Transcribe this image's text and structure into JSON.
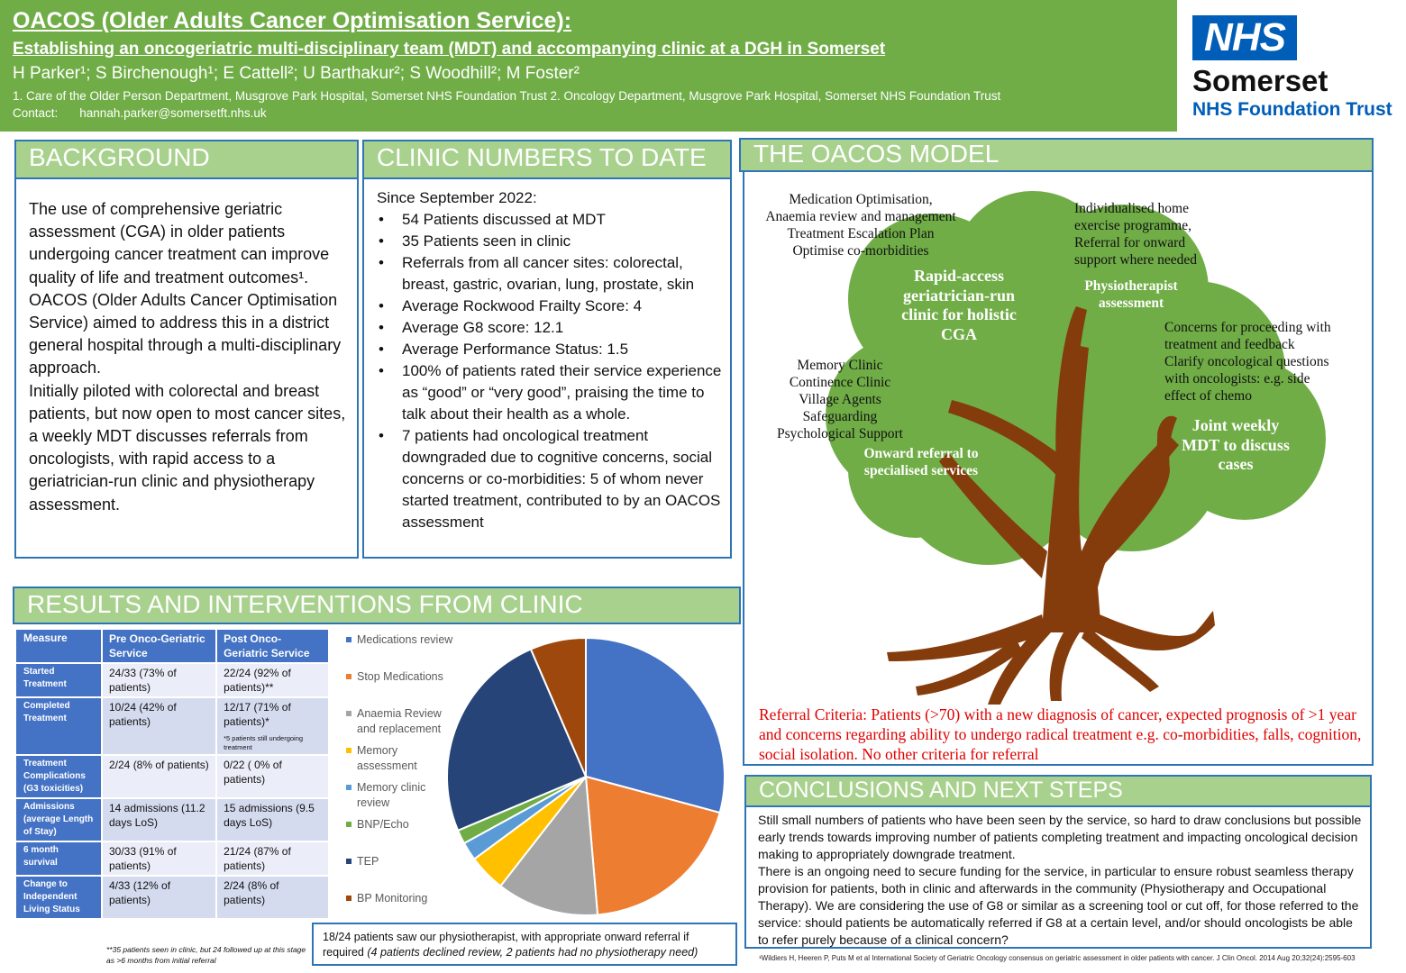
{
  "header": {
    "title": "OACOS (Older Adults Cancer Optimisation Service):",
    "subtitle": "Establishing an oncogeriatric multi-disciplinary team (MDT) and accompanying clinic at a DGH in Somerset",
    "authors": "H Parker¹; S Birchenough¹; E Cattell²; U Barthakur²; S Woodhill²; M Foster²",
    "affiliations": "1. Care of the Older Person Department, Musgrove Park Hospital, Somerset NHS Foundation Trust  2. Oncology Department, Musgrove Park Hospital, Somerset NHS Foundation Trust",
    "contact_label": "Contact:",
    "contact_email": "hannah.parker@somersetft.nhs.uk"
  },
  "logo": {
    "nhs": "NHS",
    "org": "Somerset",
    "trust": "NHS Foundation Trust"
  },
  "background": {
    "heading": "BACKGROUND",
    "paragraphs": [
      "The use of comprehensive geriatric assessment (CGA) in older patients undergoing cancer treatment can improve quality of life and treatment outcomes¹.",
      "OACOS (Older Adults Cancer Optimisation Service) aimed to address this in a district general hospital through a multi-disciplinary approach.",
      "Initially piloted with colorectal and breast patients, but now open to most cancer sites, a weekly MDT discusses referrals from oncologists, with rapid access to a geriatrician-run clinic and physiotherapy assessment."
    ]
  },
  "clinic_numbers": {
    "heading": "CLINIC NUMBERS TO DATE",
    "intro": "Since September 2022:",
    "items": [
      "54 Patients discussed at MDT",
      "35 Patients seen in clinic",
      "Referrals from all cancer sites: colorectal, breast, gastric, ovarian, lung, prostate, skin",
      "Average Rockwood Frailty Score: 4",
      "Average G8 score: 12.1",
      "Average Performance Status: 1.5",
      "100% of patients rated their service experience as “good” or “very good”, praising the time to talk about their health as a whole.",
      "7 patients had oncological treatment downgraded due to cognitive concerns, social concerns or co-morbidities: 5 of whom never started treatment, contributed to by an OACOS assessment"
    ]
  },
  "model": {
    "heading": "THE OACOS MODEL",
    "colors": {
      "canopy": "#70ad47",
      "trunk": "#843c0c"
    },
    "texts": {
      "medication": [
        "Medication Optimisation,",
        "Anaemia review and management",
        "Treatment Escalation Plan",
        "Optimise co-morbidities"
      ],
      "exercise": [
        "Individualised home",
        "exercise programme,",
        "Referral for onward",
        "support where needed"
      ],
      "concerns": [
        "Concerns for proceeding with",
        "treatment and feedback",
        "Clarify oncological questions",
        "with oncologists: e.g. side",
        "effect of chemo"
      ],
      "services": [
        "Memory Clinic",
        "Continence Clinic",
        "Village Agents",
        "Safeguarding",
        "Psychological Support"
      ]
    },
    "bold": {
      "clinic": [
        "Rapid-access",
        "geriatrician-run",
        "clinic for holistic",
        "CGA"
      ],
      "physio": [
        "Physiotherapist",
        "assessment"
      ],
      "mdt": [
        "Joint weekly",
        "MDT to discuss",
        "cases"
      ],
      "referral": [
        "Onward referral to",
        "specialised services"
      ]
    },
    "referral_criteria": "Referral Criteria: Patients (>70) with a new diagnosis of cancer, expected prognosis of >1 year and concerns regarding ability to undergo radical treatment e.g. co-morbidities, falls, cognition, social isolation. No other criteria for referral"
  },
  "results": {
    "heading": "RESULTS AND INTERVENTIONS FROM CLINIC",
    "table": {
      "headers": [
        "Measure",
        "Pre Onco-Geriatric Service",
        "Post Onco-Geriatric Service"
      ],
      "rows": [
        {
          "measure": "Started Treatment",
          "pre": "24/33 (73% of patients)",
          "post": "22/24 (92% of patients)**",
          "note": ""
        },
        {
          "measure": "Completed Treatment",
          "pre": "10/24 (42% of patients)",
          "post": "12/17 (71% of patients)*",
          "note": "*5 patients still undergoing treatment"
        },
        {
          "measure": "Treatment Complications (G3 toxicities)",
          "pre": "2/24 (8% of patients)",
          "post": "0/22 ( 0% of patients)",
          "note": ""
        },
        {
          "measure": "Admissions (average Length of Stay)",
          "pre": "14 admissions (11.2 days LoS)",
          "post": "15 admissions (9.5 days LoS)",
          "note": ""
        },
        {
          "measure": "6 month survival",
          "pre": "30/33 (91% of patients)",
          "post": "21/24 (87% of patients)",
          "note": ""
        },
        {
          "measure": "Change to Independent Living Status",
          "pre": "4/33 (12% of patients)",
          "post": "2/24 (8% of patients)",
          "note": ""
        }
      ],
      "footnote": "**35 patients seen in clinic, but 24 followed up at this stage as >6 months from initial referral"
    },
    "physio_note": "18/24 patients saw our physiotherapist, with appropriate onward referral if required",
    "physio_note_italic": "(4 patients declined review, 2 patients had no physiotherapy need)"
  },
  "chart_data": {
    "type": "pie",
    "categories": [
      "Medications review",
      "Stop Medications",
      "Anaemia Review and replacement",
      "Memory assessment",
      "Memory clinic review",
      "BNP/Echo",
      "TEP",
      "BP Monitoring"
    ],
    "values": [
      27,
      18,
      11,
      4,
      2,
      1.5,
      23,
      6
    ],
    "colors": [
      "#4472c4",
      "#ed7d31",
      "#a5a5a5",
      "#ffc000",
      "#5b9bd5",
      "#70ad47",
      "#264478",
      "#9e480e"
    ]
  },
  "conclusions": {
    "heading": "CONCLUSIONS AND NEXT STEPS",
    "paragraphs": [
      "Still small numbers of patients who have been seen by the service, so hard to draw conclusions but possible early trends towards improving number of patients completing treatment and impacting oncological decision making to appropriately downgrade treatment.",
      "There is an ongoing need to secure funding for the service, in particular to ensure robust seamless therapy provision for patients, both in clinic and afterwards in the community (Physiotherapy and Occupational Therapy). We are considering the use of G8 or similar as a screening tool or cut off, for those referred to the service: should patients be automatically referred if G8 at a certain level, and/or should oncologists be able to refer purely because of a clinical concern?"
    ]
  },
  "reference": "¹Wildiers H, Heeren P, Puts M et al International Society of Geriatric Oncology consensus on geriatric assessment in older patients with cancer. J Clin Oncol. 2014 Aug 20;32(24):2595-603"
}
